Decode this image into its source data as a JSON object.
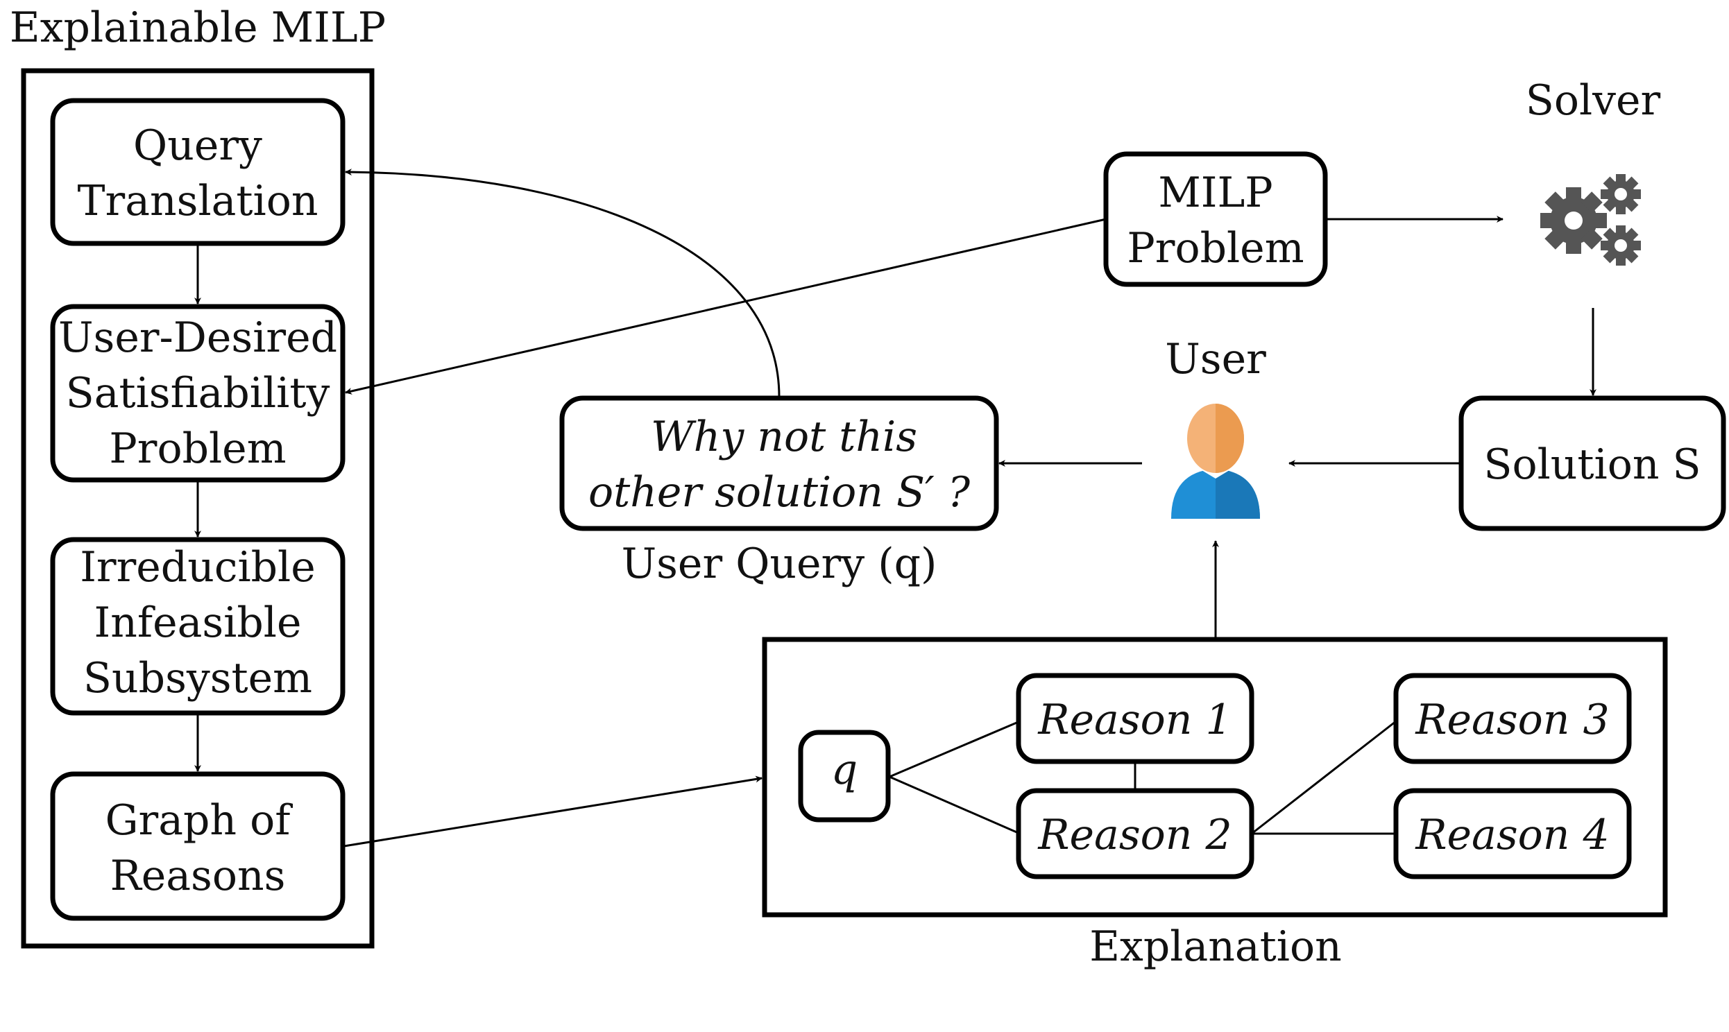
{
  "explainable_milp": {
    "title": "Explainable MILP",
    "query_translation": [
      "Query",
      "Translation"
    ],
    "sat_problem": [
      "User-Desired",
      "Satisfiability",
      "Problem"
    ],
    "iis": [
      "Irreducible",
      "Infeasible",
      "Subsystem"
    ],
    "graph_of_reasons": [
      "Graph of",
      "Reasons"
    ]
  },
  "milp_problem": [
    "MILP",
    "Problem"
  ],
  "solver": {
    "label": "Solver",
    "icon": "gears-icon",
    "color": "#555555"
  },
  "solution": "Solution S",
  "user": {
    "label": "User",
    "icon": "user-icon",
    "skin": "#f2a35c",
    "shirt": "#1f8fd6"
  },
  "user_query": {
    "text": [
      "Why not this",
      "other solution S′ ?"
    ],
    "caption": "User Query (q)"
  },
  "explanation": {
    "caption": "Explanation",
    "q": "q",
    "reasons": [
      "Reason 1",
      "Reason 2",
      "Reason 3",
      "Reason 4"
    ]
  }
}
